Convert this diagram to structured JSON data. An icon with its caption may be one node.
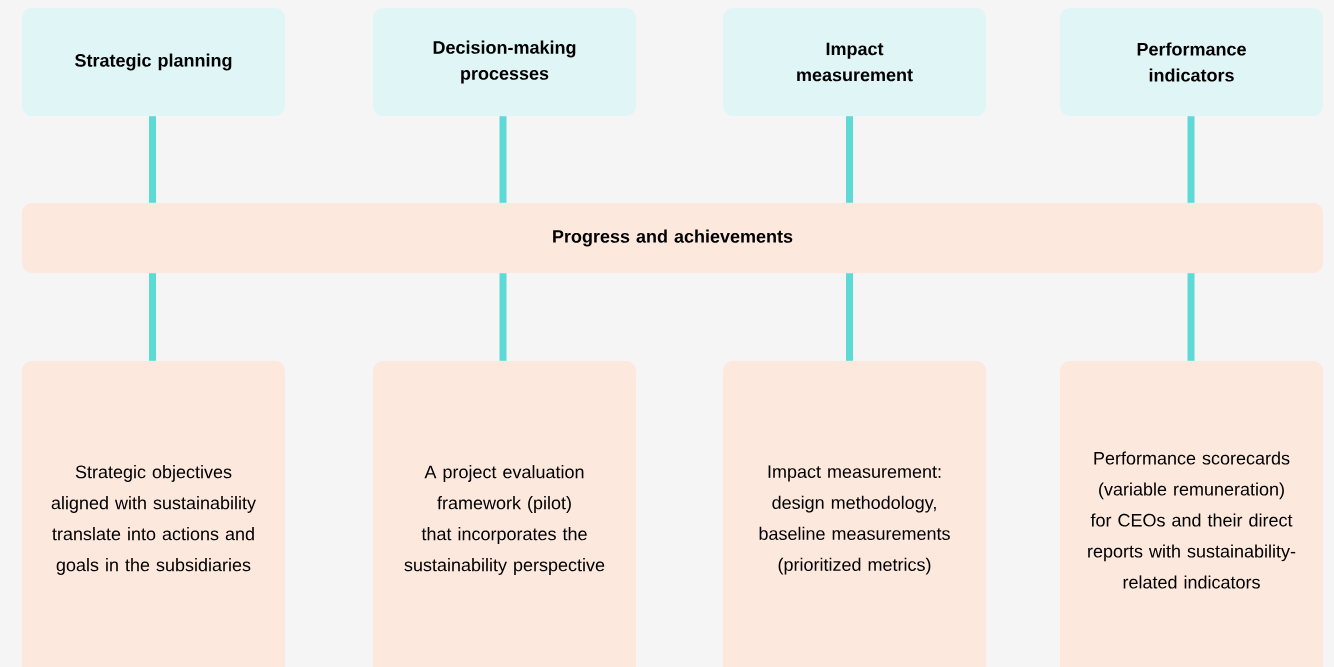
{
  "diagram": {
    "nodes": [
      {
        "text": [
          "Strategic planning"
        ]
      },
      {
        "text": [
          "Decision-making processes"
        ]
      },
      {
        "text": [
          "Impact measurement"
        ]
      },
      {
        "text": [
          "Performance indicators"
        ]
      },
      {
        "text": [
          "Progress and achievements"
        ]
      },
      {
        "text": [
          "Strategic objectives aligned with sustainability translate into actions and goals in the subsidiaries"
        ]
      },
      {
        "text": [
          "A project evaluation framework (pilot) that incorporates the sustainability perspective"
        ]
      },
      {
        "text": [
          "Impact measurement: design methodology, baseline measurements (prioritized metrics)"
        ]
      },
      {
        "text": [
          "Performance scorecards (variable remuneration) for CEOs and their direct reports with sustainability-related indicators"
        ]
      }
    ],
    "edges": [
      {
        "from": 0,
        "to": 4,
        "arrow": "none"
      },
      {
        "from": 1,
        "to": 4,
        "arrow": "none"
      },
      {
        "from": 2,
        "to": 4,
        "arrow": "none"
      },
      {
        "from": 3,
        "to": 4,
        "arrow": "none"
      },
      {
        "from": 4,
        "to": 5,
        "arrow": "none"
      },
      {
        "from": 4,
        "to": 6,
        "arrow": "none"
      },
      {
        "from": 4,
        "to": 7,
        "arrow": "none"
      },
      {
        "from": 4,
        "to": 8,
        "arrow": "none"
      }
    ]
  }
}
